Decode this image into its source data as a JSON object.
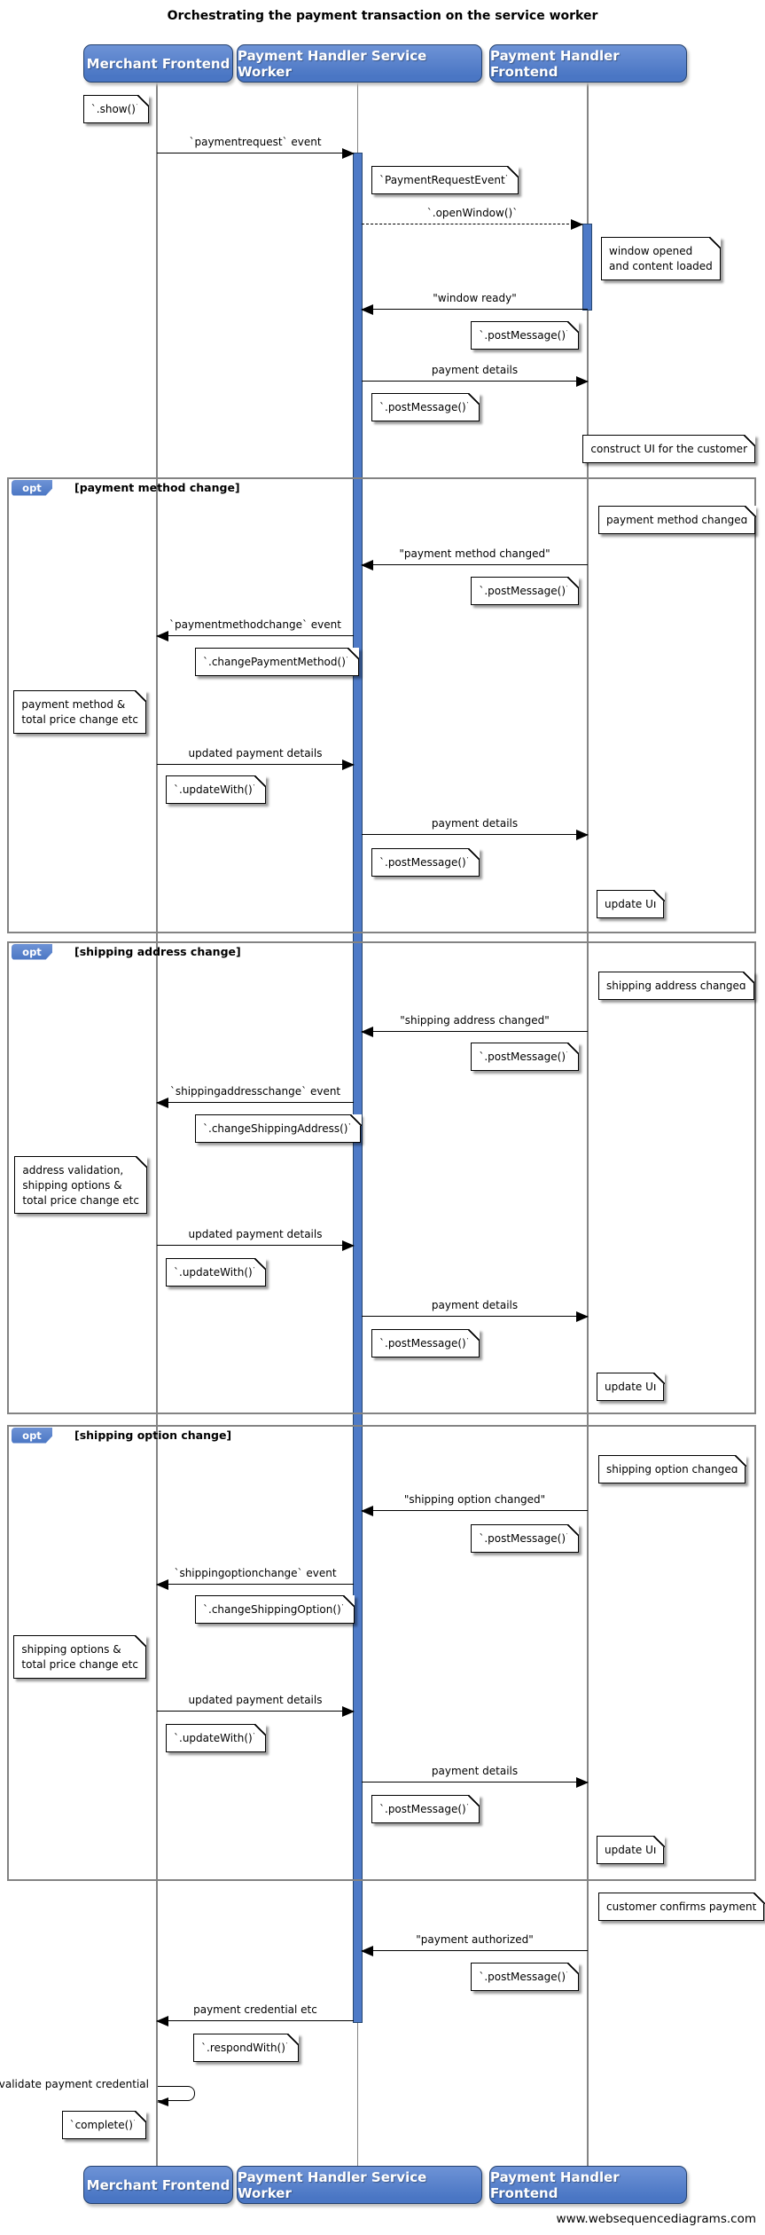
{
  "diagram": {
    "title": "Orchestrating the payment transaction on the service worker",
    "footer": "www.websequencediagrams.com",
    "colors": {
      "actor_fill": "#4e7ac7",
      "actor_border": "#24416e",
      "activation_fill": "#4e7ac7",
      "frame_border": "#838383",
      "lifeline": "#848484",
      "note_background": "#ffffff",
      "message_line": "#000000"
    },
    "actors": [
      {
        "id": "merchant",
        "label": "Merchant Frontend"
      },
      {
        "id": "service_worker",
        "label": "Payment Handler Service Worker"
      },
      {
        "id": "frontend",
        "label": "Payment Handler Frontend"
      }
    ],
    "fragments": [
      {
        "keyword": "opt",
        "condition": "[payment method change]"
      },
      {
        "keyword": "opt",
        "condition": "[shipping address change]"
      },
      {
        "keyword": "opt",
        "condition": "[shipping option change]"
      }
    ],
    "messages": [
      {
        "text": "`paymentrequest` event",
        "from": "Merchant Frontend",
        "to": "Payment Handler Service Worker",
        "style": "solid"
      },
      {
        "text": "`.openWindow()`",
        "from": "Payment Handler Service Worker",
        "to": "Payment Handler Frontend",
        "style": "dashed"
      },
      {
        "text": "\"window ready\"",
        "from": "Payment Handler Frontend",
        "to": "Payment Handler Service Worker",
        "style": "solid"
      },
      {
        "text": "payment details",
        "from": "Payment Handler Service Worker",
        "to": "Payment Handler Frontend",
        "style": "solid"
      },
      {
        "text": "\"payment method changed\"",
        "from": "Payment Handler Frontend",
        "to": "Payment Handler Service Worker",
        "style": "solid"
      },
      {
        "text": "`paymentmethodchange` event",
        "from": "Payment Handler Service Worker",
        "to": "Merchant Frontend",
        "style": "solid"
      },
      {
        "text": "updated payment details",
        "from": "Merchant Frontend",
        "to": "Payment Handler Service Worker",
        "style": "solid"
      },
      {
        "text": "payment details",
        "from": "Payment Handler Service Worker",
        "to": "Payment Handler Frontend",
        "style": "solid"
      },
      {
        "text": "\"shipping address changed\"",
        "from": "Payment Handler Frontend",
        "to": "Payment Handler Service Worker",
        "style": "solid"
      },
      {
        "text": "`shippingaddresschange` event",
        "from": "Payment Handler Service Worker",
        "to": "Merchant Frontend",
        "style": "solid"
      },
      {
        "text": "updated payment details",
        "from": "Merchant Frontend",
        "to": "Payment Handler Service Worker",
        "style": "solid"
      },
      {
        "text": "payment details",
        "from": "Payment Handler Service Worker",
        "to": "Payment Handler Frontend",
        "style": "solid"
      },
      {
        "text": "\"shipping option changed\"",
        "from": "Payment Handler Frontend",
        "to": "Payment Handler Service Worker",
        "style": "solid"
      },
      {
        "text": "`shippingoptionchange` event",
        "from": "Payment Handler Service Worker",
        "to": "Merchant Frontend",
        "style": "solid"
      },
      {
        "text": "updated payment details",
        "from": "Merchant Frontend",
        "to": "Payment Handler Service Worker",
        "style": "solid"
      },
      {
        "text": "payment details",
        "from": "Payment Handler Service Worker",
        "to": "Payment Handler Frontend",
        "style": "solid"
      },
      {
        "text": "\"payment authorized\"",
        "from": "Payment Handler Frontend",
        "to": "Payment Handler Service Worker",
        "style": "solid"
      },
      {
        "text": "payment credential etc",
        "from": "Payment Handler Service Worker",
        "to": "Merchant Frontend",
        "style": "solid"
      },
      {
        "text": "validate payment credential",
        "from": "Merchant Frontend",
        "to": "Merchant Frontend",
        "style": "self"
      }
    ],
    "notes": [
      {
        "text": "`.show()`",
        "anchor": "left of Merchant Frontend"
      },
      {
        "text": "`PaymentRequestEvent`",
        "anchor": "right of Payment Handler Service Worker"
      },
      {
        "text": "window opened\nand content loaded",
        "anchor": "right of Payment Handler Frontend"
      },
      {
        "text": "`.postMessage()`",
        "anchor": "left of Payment Handler Frontend"
      },
      {
        "text": "`.postMessage()`",
        "anchor": "right of Payment Handler Service Worker"
      },
      {
        "text": "construct UI for the customer",
        "anchor": "right of Payment Handler Frontend"
      },
      {
        "text": "payment method changed",
        "anchor": "right of Payment Handler Frontend"
      },
      {
        "text": "`.postMessage()`",
        "anchor": "left of Payment Handler Frontend"
      },
      {
        "text": "`.changePaymentMethod()`",
        "anchor": "right of Merchant Frontend"
      },
      {
        "text": "payment method &\ntotal price change etc",
        "anchor": "left of Merchant Frontend"
      },
      {
        "text": "`.updateWith()`",
        "anchor": "right of Merchant Frontend"
      },
      {
        "text": "`.postMessage()`",
        "anchor": "right of Payment Handler Service Worker"
      },
      {
        "text": "update UI",
        "anchor": "right of Payment Handler Frontend"
      },
      {
        "text": "shipping address changed",
        "anchor": "right of Payment Handler Frontend"
      },
      {
        "text": "`.postMessage()`",
        "anchor": "left of Payment Handler Frontend"
      },
      {
        "text": "`.changeShippingAddress()`",
        "anchor": "right of Merchant Frontend"
      },
      {
        "text": "address validation,\nshipping options &\ntotal price change etc",
        "anchor": "left of Merchant Frontend"
      },
      {
        "text": "`.updateWith()`",
        "anchor": "right of Merchant Frontend"
      },
      {
        "text": "`.postMessage()`",
        "anchor": "right of Payment Handler Service Worker"
      },
      {
        "text": "update UI",
        "anchor": "right of Payment Handler Frontend"
      },
      {
        "text": "shipping option changed",
        "anchor": "right of Payment Handler Frontend"
      },
      {
        "text": "`.postMessage()`",
        "anchor": "left of Payment Handler Frontend"
      },
      {
        "text": "`.changeShippingOption()`",
        "anchor": "right of Merchant Frontend"
      },
      {
        "text": "shipping options &\ntotal price change etc",
        "anchor": "left of Merchant Frontend"
      },
      {
        "text": "`.updateWith()`",
        "anchor": "right of Merchant Frontend"
      },
      {
        "text": "`.postMessage()`",
        "anchor": "right of Payment Handler Service Worker"
      },
      {
        "text": "update UI",
        "anchor": "right of Payment Handler Frontend"
      },
      {
        "text": "customer confirms payment",
        "anchor": "right of Payment Handler Frontend"
      },
      {
        "text": "`.postMessage()`",
        "anchor": "left of Payment Handler Frontend"
      },
      {
        "text": "`.respondWith()`",
        "anchor": "right of Merchant Frontend"
      },
      {
        "text": "`complete()`",
        "anchor": "left of Merchant Frontend"
      }
    ]
  }
}
